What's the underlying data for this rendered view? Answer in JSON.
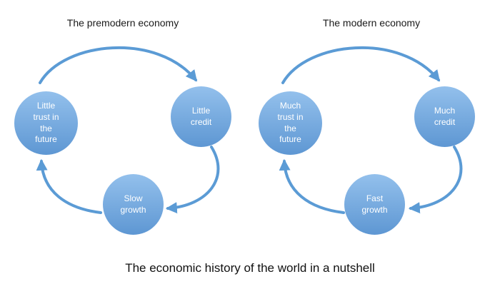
{
  "caption": "The economic history of the world in a nutshell",
  "colors": {
    "circle_top": "#93c0ec",
    "circle_bottom": "#5e97d3",
    "arrow": "#5b9bd5",
    "node_text": "#ffffff"
  },
  "diagrams": [
    {
      "title": "The premodern economy",
      "nodes": [
        {
          "label": "Little trust in the future"
        },
        {
          "label": "Little credit"
        },
        {
          "label": "Slow growth"
        }
      ]
    },
    {
      "title": "The modern economy",
      "nodes": [
        {
          "label": "Much trust in the future"
        },
        {
          "label": "Much credit"
        },
        {
          "label": "Fast growth"
        }
      ]
    }
  ]
}
